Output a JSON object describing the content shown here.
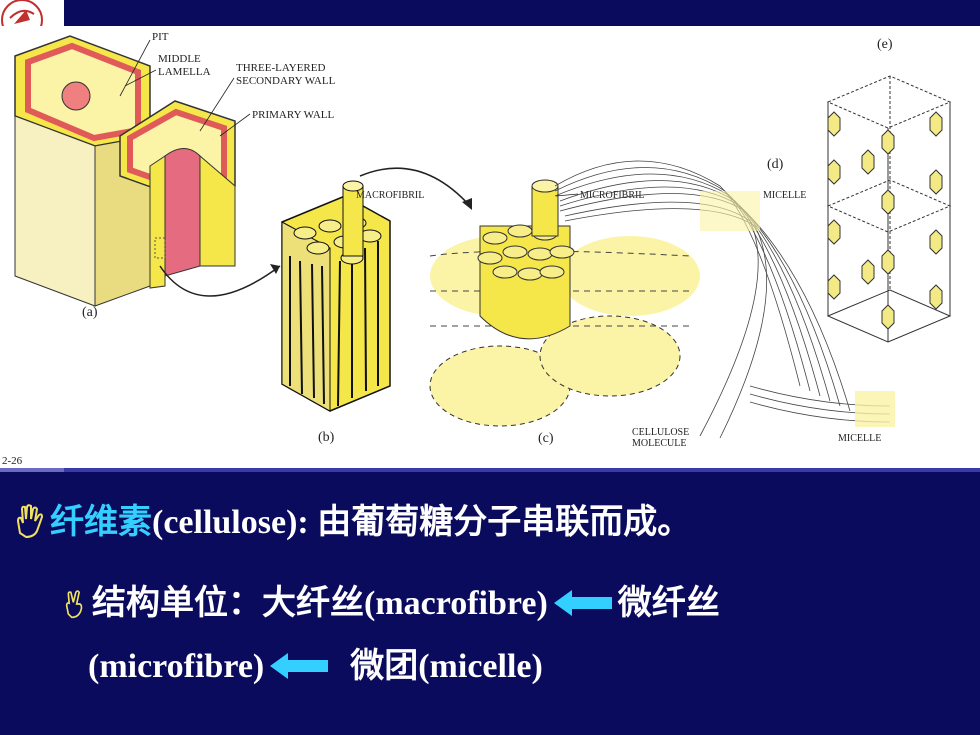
{
  "figure": {
    "labels": {
      "pit": "PIT",
      "middle_lamella_1": "MIDDLE",
      "middle_lamella_2": "LAMELLA",
      "secondary_wall_1": "THREE-LAYERED",
      "secondary_wall_2": "SECONDARY WALL",
      "primary_wall": "PRIMARY WALL",
      "macrofibril": "MACROFIBRIL",
      "microfibril": "MICROFIBRIL",
      "micelle_top": "MICELLE",
      "cellulose_1": "CELLULOSE",
      "cellulose_2": "MOLECULE",
      "micelle_bottom": "MICELLE",
      "panel_a": "(a)",
      "panel_b": "(b)",
      "panel_c": "(c)",
      "panel_d": "(d)",
      "panel_e": "(e)",
      "page_num": "2-26"
    },
    "colors": {
      "cell_yellow": "#f5e64a",
      "wall_red": "#e05a5a",
      "pale_yellow": "#fbf3a6",
      "crystal": "#f3ea86"
    }
  },
  "text": {
    "line1_term": "纤维素",
    "line1_rest": "(cellulose): 由葡萄糖分子串联而成。",
    "line2_a": "结构单位：大纤丝(macrofibre)",
    "line2_b": "微纤丝",
    "line3_a": "(microfibre)",
    "line3_b": "微团(micelle)"
  },
  "colors": {
    "background": "#0b0b5e",
    "highlight": "#33d0ff",
    "arrow": "#33d0ff",
    "text": "#ffffff"
  }
}
